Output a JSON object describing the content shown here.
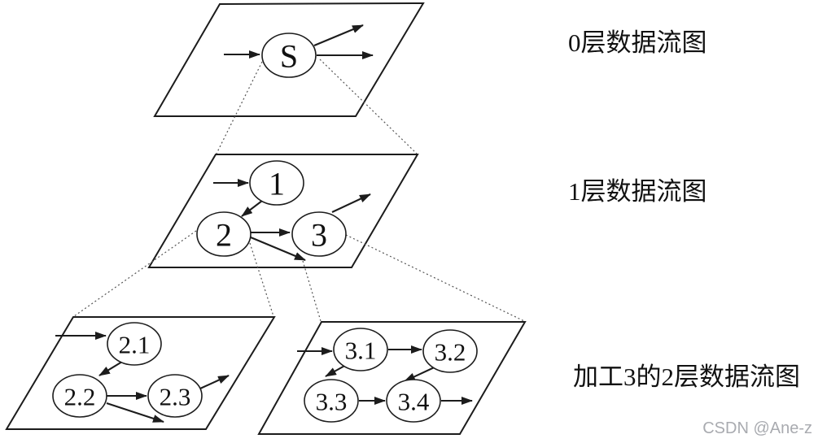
{
  "diagram": {
    "levels": [
      {
        "name": "level-0",
        "label": "0层数据流图"
      },
      {
        "name": "level-1",
        "label": "1层数据流图"
      },
      {
        "name": "level-2",
        "label": "加工3的2层数据流图"
      }
    ],
    "nodes": {
      "s": "S",
      "n1": "1",
      "n2": "2",
      "n3": "3",
      "n21": "2.1",
      "n22": "2.2",
      "n23": "2.3",
      "n31": "3.1",
      "n32": "3.2",
      "n33": "3.3",
      "n34": "3.4"
    }
  },
  "watermark": {
    "text": "CSDN @Ane-z",
    "color": "#a9abb0"
  },
  "colors": {
    "background": "#ffffff",
    "line": "#1c1c1c",
    "refine_link": "#555555"
  }
}
